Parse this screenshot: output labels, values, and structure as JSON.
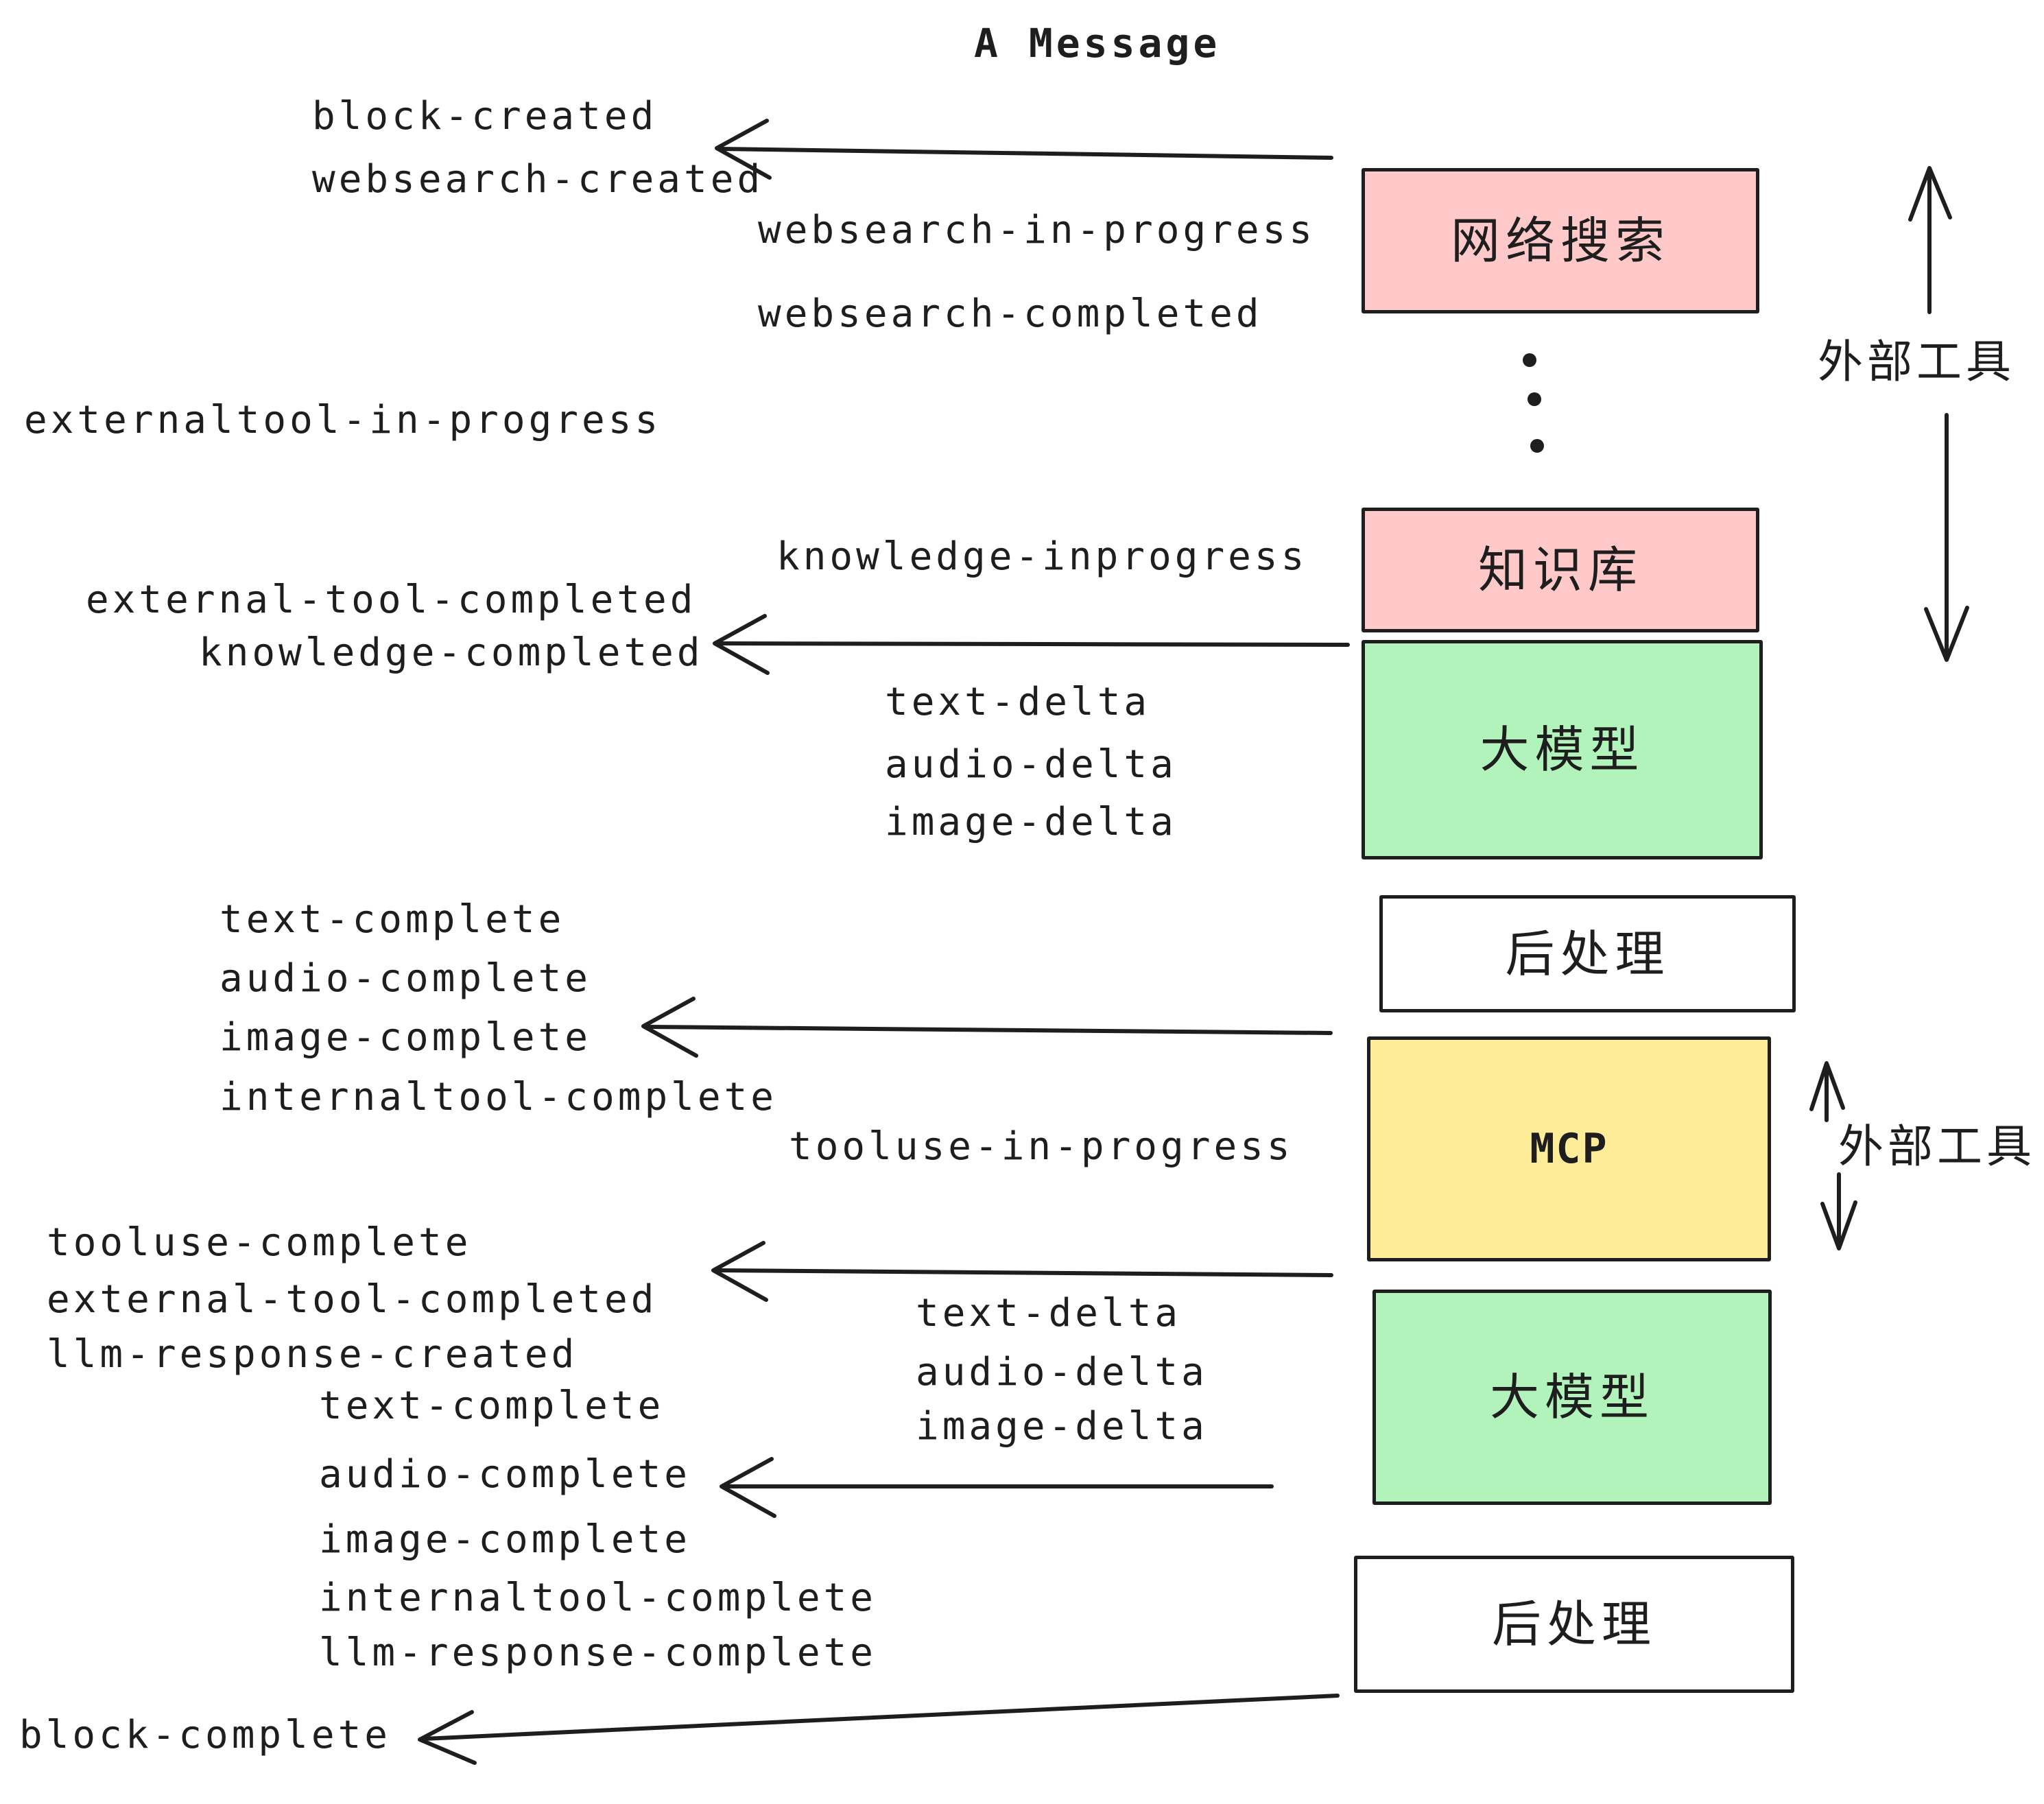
{
  "title": "A Message",
  "events": {
    "block_created": "block-created",
    "websearch_created": "websearch-created",
    "websearch_in_progress": "websearch-in-progress",
    "websearch_completed": "websearch-completed",
    "externaltool_in_progress": "externaltool-in-progress",
    "knowledge_inprogress": "knowledge-inprogress",
    "external_tool_completed_a": "external-tool-completed",
    "knowledge_completed": "knowledge-completed",
    "text_delta_a": "text-delta",
    "audio_delta_a": "audio-delta",
    "image_delta_a": "image-delta",
    "text_complete_a": "text-complete",
    "audio_complete_a": "audio-complete",
    "image_complete_a": "image-complete",
    "internaltool_complete_a": "internaltool-complete",
    "tooluse_in_progress": "tooluse-in-progress",
    "tooluse_complete": "tooluse-complete",
    "external_tool_completed_b": "external-tool-completed",
    "llm_response_created": "llm-response-created",
    "text_delta_b": "text-delta",
    "audio_delta_b": "audio-delta",
    "image_delta_b": "image-delta",
    "text_complete_b": "text-complete",
    "audio_complete_b": "audio-complete",
    "image_complete_b": "image-complete",
    "internaltool_complete_b": "internaltool-complete",
    "llm_response_complete": "llm-response-complete",
    "block_complete": "block-complete"
  },
  "boxes": {
    "websearch": {
      "label": "网络搜索",
      "fill": "#FFC9C9"
    },
    "knowledge": {
      "label": "知识库",
      "fill": "#FFC9C9"
    },
    "llm_top": {
      "label": "大模型",
      "fill": "#B2F2BB"
    },
    "postprocess_top": {
      "label": "后处理",
      "fill": "#FFFFFF"
    },
    "mcp": {
      "label": "MCP",
      "fill": "#FFEC99"
    },
    "llm_bottom": {
      "label": "大模型",
      "fill": "#B2F2BB"
    },
    "postprocess_bottom": {
      "label": "后处理",
      "fill": "#FFFFFF"
    }
  },
  "side_labels": {
    "external_tools_top": "外部工具",
    "external_tools_bottom": "外部工具"
  },
  "colors": {
    "ink": "#1e1e1e",
    "pink": "#FFC9C9",
    "green": "#B2F2BB",
    "yellow": "#FFEC99",
    "background": "#FFFFFF"
  }
}
